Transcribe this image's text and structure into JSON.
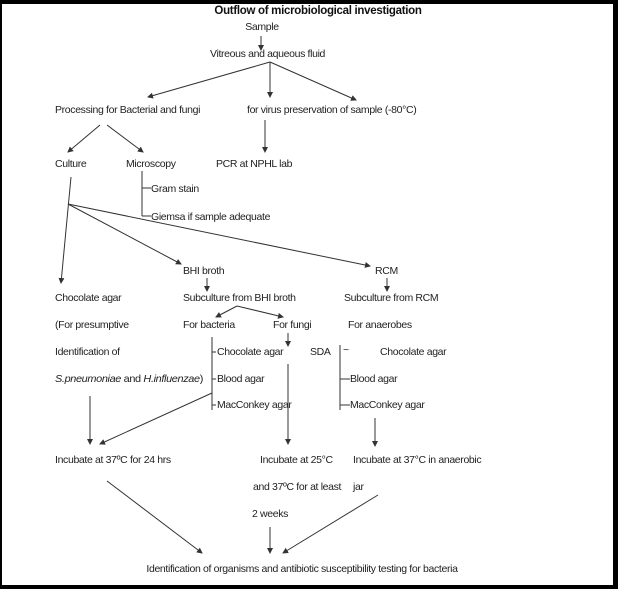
{
  "title": "Outflow of microbiological investigation",
  "nodes": {
    "sample": "Sample",
    "fluid": "Vitreous and aqueous fluid",
    "processing": "Processing for Bacterial and fungi",
    "virus": "for virus preservation of sample (-80°C)",
    "culture": "Culture",
    "microscopy": "Microscopy",
    "pcr": "PCR at NPHL lab",
    "gram": "Gram stain",
    "giemsa": "Giemsa if sample adequate",
    "bhi": "BHI broth",
    "rcm": "RCM",
    "choc_main": "Chocolate agar",
    "presumptive_1": "(For presumptive",
    "presumptive_2": "Identification of",
    "presumptive_3_italic_a": "S.pneumoniae",
    "presumptive_3_mid": " and ",
    "presumptive_3_italic_b": "H.influenzae",
    "presumptive_3_end": ")",
    "sub_bhi": "Subculture from BHI broth",
    "sub_rcm": "Subculture from RCM",
    "for_bacteria": "For bacteria",
    "for_fungi": "For fungi",
    "for_anaerobes": "For anaerobes",
    "bac_choc": "Chocolate agar",
    "bac_blood": "Blood agar",
    "bac_mac": "MacConkey agar",
    "sda": "SDA",
    "ana_tilde": "~",
    "ana_choc": "Chocolate agar",
    "ana_blood": "Blood agar",
    "ana_mac": "MacConkey agar",
    "inc_37": "Incubate at 37ºC for 24 hrs",
    "inc_25_1": "Incubate at 25°C",
    "inc_25_2": "and 37ºC for at least",
    "inc_25_3": "2 weeks",
    "inc_ana_1": "Incubate at 37°C in anaerobic",
    "inc_ana_2": "jar",
    "final": "Identification of organisms and antibiotic susceptibility testing for bacteria"
  }
}
